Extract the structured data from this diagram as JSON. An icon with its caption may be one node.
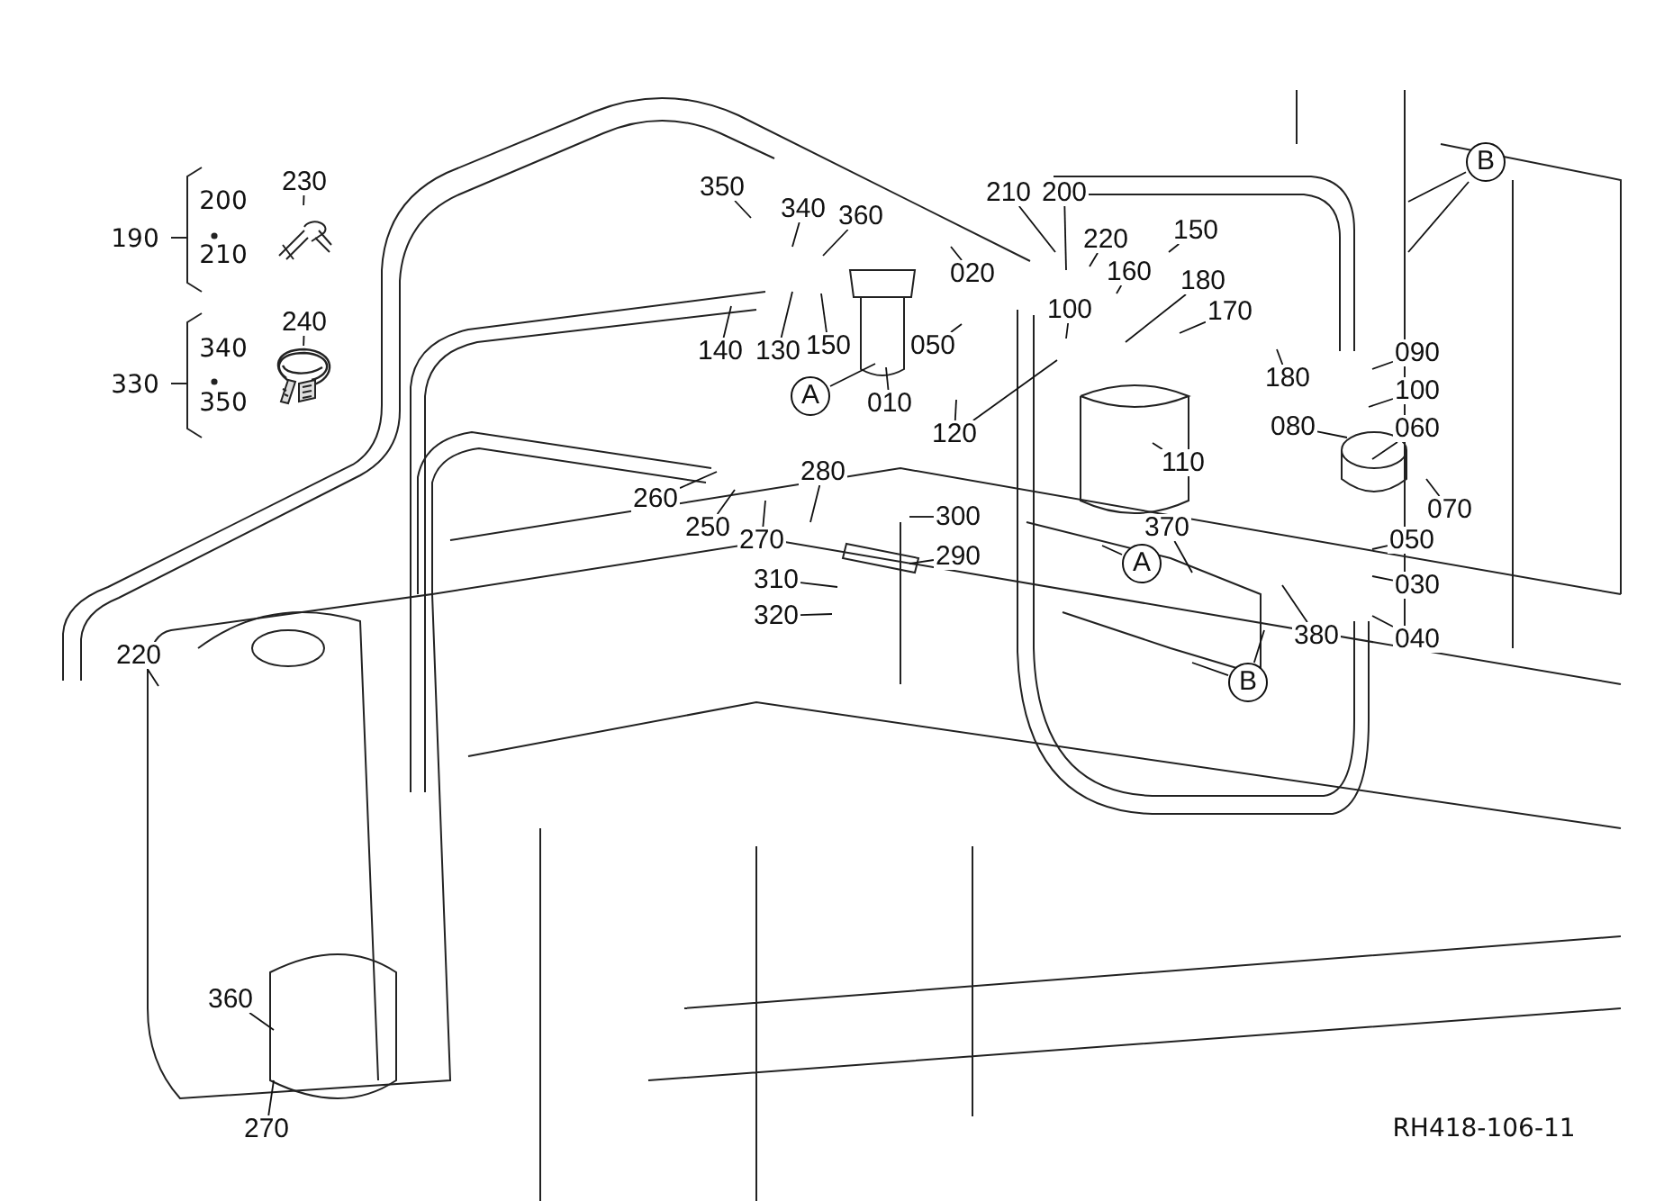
{
  "diagram": {
    "nodes": [
      {
        "text": [
          "350"
        ]
      },
      {
        "text": [
          "340"
        ]
      },
      {
        "text": [
          "360"
        ]
      },
      {
        "text": [
          "210"
        ]
      },
      {
        "text": [
          "200"
        ]
      },
      {
        "text": [
          "220"
        ]
      },
      {
        "text": [
          "150"
        ]
      },
      {
        "text": [
          "160"
        ]
      },
      {
        "text": [
          "180"
        ]
      },
      {
        "text": [
          "170"
        ]
      },
      {
        "text": [
          "020"
        ]
      },
      {
        "text": [
          "140"
        ]
      },
      {
        "text": [
          "130"
        ]
      },
      {
        "text": [
          "150"
        ]
      },
      {
        "text": [
          "A"
        ]
      },
      {
        "text": [
          "010"
        ]
      },
      {
        "text": [
          "050"
        ]
      },
      {
        "text": [
          "100"
        ]
      },
      {
        "text": [
          "120"
        ]
      },
      {
        "text": [
          "110"
        ]
      },
      {
        "text": [
          "180"
        ]
      },
      {
        "text": [
          "090"
        ]
      },
      {
        "text": [
          "100"
        ]
      },
      {
        "text": [
          "080"
        ]
      },
      {
        "text": [
          "060"
        ]
      },
      {
        "text": [
          "070"
        ]
      },
      {
        "text": [
          "050"
        ]
      },
      {
        "text": [
          "030"
        ]
      },
      {
        "text": [
          "040"
        ]
      },
      {
        "text": [
          "370"
        ]
      },
      {
        "text": [
          "A"
        ]
      },
      {
        "text": [
          "380"
        ]
      },
      {
        "text": [
          "B"
        ]
      },
      {
        "text": [
          "B"
        ]
      },
      {
        "text": [
          "260"
        ]
      },
      {
        "text": [
          "250"
        ]
      },
      {
        "text": [
          "270"
        ]
      },
      {
        "text": [
          "280"
        ]
      },
      {
        "text": [
          "300"
        ]
      },
      {
        "text": [
          "290"
        ]
      },
      {
        "text": [
          "310"
        ]
      },
      {
        "text": [
          "320"
        ]
      },
      {
        "text": [
          "220"
        ]
      },
      {
        "text": [
          "360"
        ]
      },
      {
        "text": [
          "270"
        ]
      },
      {
        "text": [
          "230"
        ]
      },
      {
        "text": [],
        "shape": "picture"
      },
      {
        "text": [
          "240"
        ]
      },
      {
        "text": [],
        "shape": "picture"
      }
    ],
    "edges": [
      {
        "from": 0,
        "to": null,
        "arrow": "none"
      },
      {
        "from": 1,
        "to": null,
        "arrow": "none"
      },
      {
        "from": 2,
        "to": null,
        "arrow": "none"
      },
      {
        "from": 3,
        "to": null,
        "arrow": "none"
      },
      {
        "from": 4,
        "to": null,
        "arrow": "none"
      },
      {
        "from": 5,
        "to": null,
        "arrow": "none"
      },
      {
        "from": 6,
        "to": null,
        "arrow": "none"
      },
      {
        "from": 7,
        "to": null,
        "arrow": "none"
      },
      {
        "from": 8,
        "to": null,
        "arrow": "none"
      },
      {
        "from": 9,
        "to": null,
        "arrow": "none"
      },
      {
        "from": 10,
        "to": null,
        "arrow": "none"
      },
      {
        "from": 11,
        "to": null,
        "arrow": "none"
      },
      {
        "from": 12,
        "to": null,
        "arrow": "none"
      },
      {
        "from": 13,
        "to": null,
        "arrow": "none"
      },
      {
        "from": 14,
        "to": null,
        "arrow": "none"
      },
      {
        "from": 15,
        "to": null,
        "arrow": "none"
      },
      {
        "from": 16,
        "to": null,
        "arrow": "none"
      },
      {
        "from": 17,
        "to": null,
        "arrow": "none"
      },
      {
        "from": 18,
        "to": null,
        "arrow": "none"
      },
      {
        "from": 18,
        "to": null,
        "arrow": "none"
      },
      {
        "from": 19,
        "to": null,
        "arrow": "none"
      },
      {
        "from": 20,
        "to": null,
        "arrow": "none"
      },
      {
        "from": 21,
        "to": null,
        "arrow": "none"
      },
      {
        "from": 22,
        "to": null,
        "arrow": "none"
      },
      {
        "from": 23,
        "to": null,
        "arrow": "none"
      },
      {
        "from": 24,
        "to": null,
        "arrow": "none"
      },
      {
        "from": 25,
        "to": null,
        "arrow": "none"
      },
      {
        "from": 26,
        "to": null,
        "arrow": "none"
      },
      {
        "from": 27,
        "to": null,
        "arrow": "none"
      },
      {
        "from": 28,
        "to": null,
        "arrow": "none"
      },
      {
        "from": 29,
        "to": null,
        "arrow": "none"
      },
      {
        "from": 30,
        "to": null,
        "arrow": "none"
      },
      {
        "from": 31,
        "to": null,
        "arrow": "none"
      },
      {
        "from": 32,
        "to": null,
        "arrow": "none"
      },
      {
        "from": 32,
        "to": null,
        "arrow": "none"
      },
      {
        "from": 33,
        "to": null,
        "arrow": "none"
      },
      {
        "from": 33,
        "to": null,
        "arrow": "none"
      },
      {
        "from": 34,
        "to": null,
        "arrow": "none"
      },
      {
        "from": 35,
        "to": null,
        "arrow": "none"
      },
      {
        "from": 36,
        "to": null,
        "arrow": "none"
      },
      {
        "from": 37,
        "to": null,
        "arrow": "none"
      },
      {
        "from": 38,
        "to": null,
        "arrow": "none"
      },
      {
        "from": 39,
        "to": null,
        "arrow": "none"
      },
      {
        "from": 40,
        "to": null,
        "arrow": "none"
      },
      {
        "from": 41,
        "to": null,
        "arrow": "none"
      },
      {
        "from": 42,
        "to": null,
        "arrow": "none"
      },
      {
        "from": 43,
        "to": null,
        "arrow": "none"
      },
      {
        "from": 44,
        "to": null,
        "arrow": "none"
      },
      {
        "from": 45,
        "to": 46,
        "arrow": "none"
      },
      {
        "from": 47,
        "to": 48,
        "arrow": "none"
      }
    ],
    "labels": [
      "190",
      "200",
      "210",
      "330",
      "340",
      "350",
      "RH418-106-11"
    ]
  }
}
